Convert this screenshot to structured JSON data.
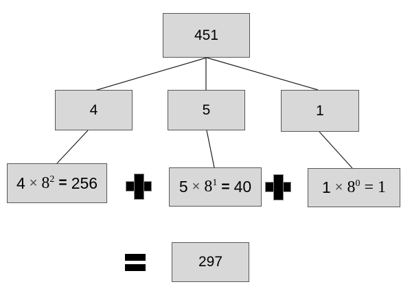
{
  "diagram": {
    "title_meaning": "Octal to decimal conversion tree",
    "root": {
      "value": "451"
    },
    "digits": [
      {
        "value": "4"
      },
      {
        "value": "5"
      },
      {
        "value": "1"
      }
    ],
    "expansions": [
      {
        "coefficient": "4",
        "times": "×",
        "base": "8",
        "exponent": "2",
        "equals": "=",
        "result": "256"
      },
      {
        "coefficient": "5",
        "times": "×",
        "base": "8",
        "exponent": "1",
        "equals": "=",
        "result": "40"
      },
      {
        "coefficient": "1",
        "times": "×",
        "base": "8",
        "exponent": "0",
        "equals": "=",
        "result": "1"
      }
    ],
    "operators": {
      "plus": "+",
      "equals": "="
    },
    "total": {
      "value": "297"
    },
    "colors": {
      "background": "#ffffff",
      "box_fill": "#d8d8d8",
      "box_border": "#555555",
      "connector_line": "#1c1c1c",
      "operator": "#000000",
      "text": "#000000",
      "times_symbol": "#4f4f4f"
    }
  }
}
